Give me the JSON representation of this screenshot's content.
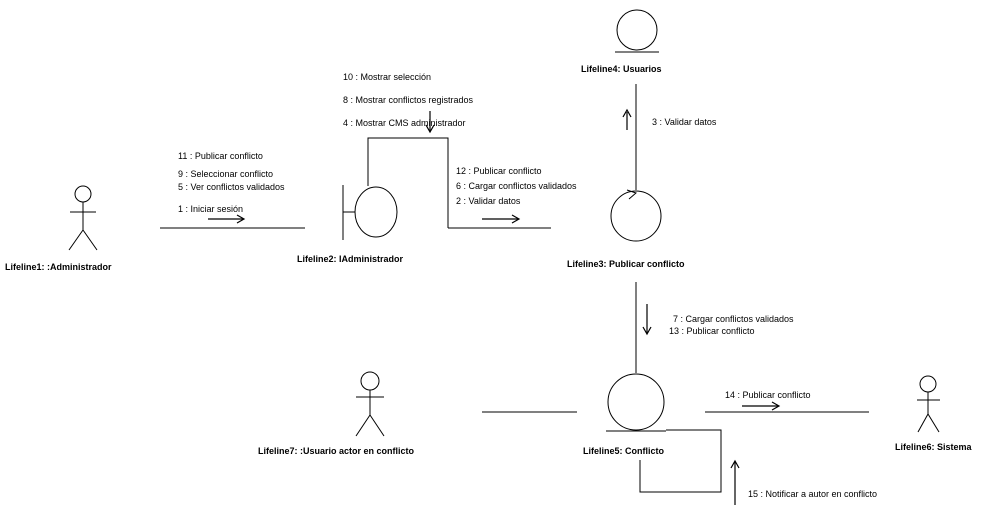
{
  "lifelines": {
    "administrador": "Lifeline1: :Administrador",
    "iadministrador": "Lifeline2: IAdministrador",
    "publicar_conflicto": "Lifeline3: Publicar  conflicto",
    "usuarios": "Lifeline4: Usuarios",
    "conflicto": "Lifeline5: Conflicto",
    "sistema": "Lifeline6: Sistema",
    "usuario_actor": "Lifeline7: :Usuario actor  en conflicto"
  },
  "messages": {
    "admin_to_iadmin": [
      "11 : Publicar conflicto",
      "9 : Seleccionar conflicto",
      "5 : Ver conflictos validados",
      "1 : Iniciar sesión"
    ],
    "iadmin_self": [
      "10 : Mostrar selección",
      "8 : Mostrar conflictos registrados",
      "4 : Mostrar CMS administrador"
    ],
    "iadmin_to_publicar": [
      "12 : Publicar conflicto",
      "6 : Cargar conflictos validados",
      "2 : Validar datos"
    ],
    "publicar_to_usuarios": [
      "3 : Validar datos"
    ],
    "publicar_to_conflicto": [
      "7 : Cargar conflictos validados",
      "13 : Publicar conflicto"
    ],
    "conflicto_to_sistema": [
      "14 : Publicar conflicto"
    ],
    "conflicto_self": [
      "15 : Notificar a autor en conflicto"
    ]
  }
}
